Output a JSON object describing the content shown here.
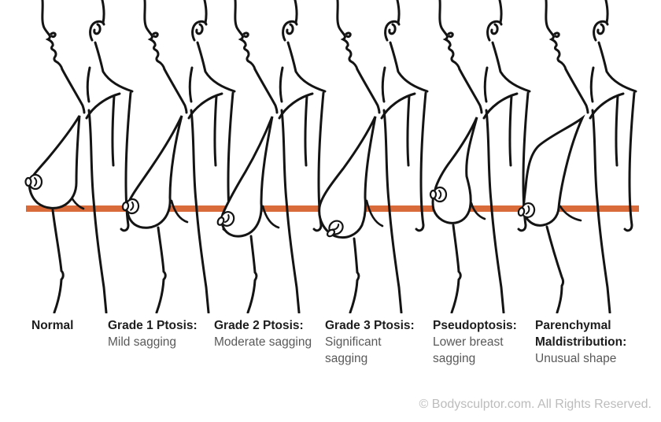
{
  "diagram": {
    "background": "#ffffff",
    "figures": [
      {
        "id": "normal",
        "label": "Normal",
        "description": ""
      },
      {
        "id": "grade-1-ptosis",
        "label": "Grade 1 Ptosis:",
        "description": "Mild sagging"
      },
      {
        "id": "grade-2-ptosis",
        "label": "Grade 2 Ptosis:",
        "description": "Moderate sagging"
      },
      {
        "id": "grade-3-ptosis",
        "label": "Grade 3 Ptosis:",
        "description": "Significant sagging"
      },
      {
        "id": "pseudoptosis",
        "label": "Pseudoptosis:",
        "description": "Lower breast sagging"
      },
      {
        "id": "parenchymal-maldistribution",
        "label": "Parenchymal Maldistribution:",
        "description": "Unusual shape"
      }
    ],
    "footer": {
      "copyright": "© Bodysculptor.com.  All Rights Reserved."
    }
  },
  "colors": {
    "reference_line": "#D96A39",
    "figure_stroke": "#141414",
    "label_title": "#1d1d1d",
    "label_description": "#595959",
    "copyright": "#bcbcbc"
  }
}
